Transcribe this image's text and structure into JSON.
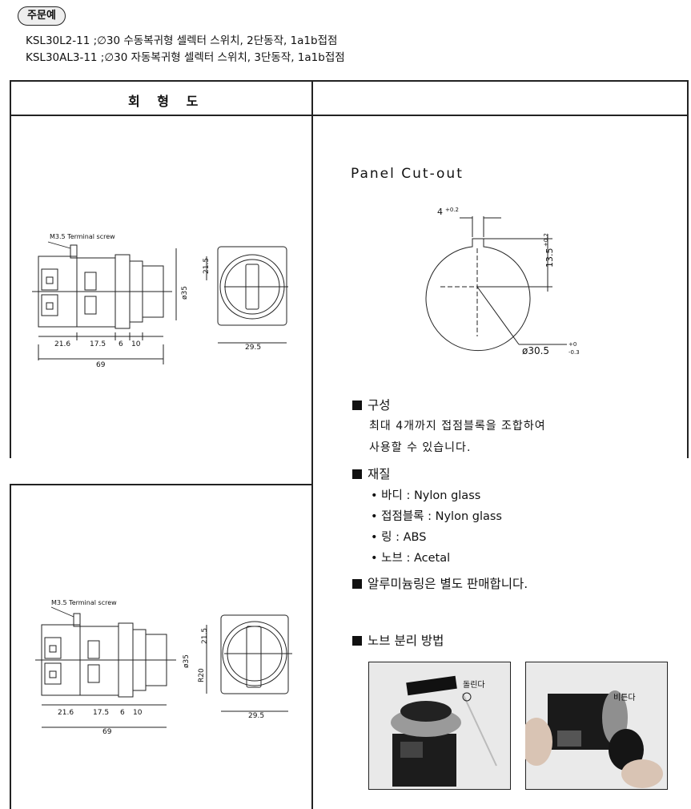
{
  "order": {
    "badge": "주문예",
    "line1": "KSL30L2-11 ;∅30 수동복귀형 셀렉터 스위치, 2단동작, 1a1b접점",
    "line2": "KSL30AL3-11 ;∅30 자동복귀형 셀렉터 스위치, 3단동작, 1a1b접점"
  },
  "table": {
    "header_left": "회 형 도",
    "header_right": ""
  },
  "drawing_top": {
    "terminal_label": "M3.5 Terminal screw",
    "dims_bottom": [
      "21.6",
      "17.5",
      "6",
      "10"
    ],
    "dim_total": "69",
    "dim_height_side": "21.5",
    "dim_diameter": "ø35",
    "dim_front_width": "29.5"
  },
  "drawing_bottom": {
    "terminal_label": "M3.5 Terminal screw",
    "dims_bottom": [
      "21.6",
      "17.5",
      "6",
      "10"
    ],
    "dim_total": "69",
    "dim_height_side": "21.5",
    "dim_radius": "R20",
    "dim_diameter": "ø35",
    "dim_front_width": "29.5"
  },
  "cutout": {
    "title": "Panel Cut-out",
    "slot_width": "4",
    "slot_tol": "+0.2",
    "slot_depth": "13.5",
    "slot_depth_tol": "+0.2",
    "diameter": "ø30.5",
    "diameter_tol_top": "+0",
    "diameter_tol_bottom": "-0.3"
  },
  "spec": {
    "construction_title": "구성",
    "construction_line1": "최대 4개까지 접점블록을 조합하여",
    "construction_line2": "사용할 수 있습니다.",
    "material_title": "재질",
    "materials": [
      "• 바디 : Nylon glass",
      "• 접점블록 : Nylon glass",
      "• 링 : ABS",
      "• 노브 : Acetal"
    ],
    "ring_note": "알루미늄링은 별도 판매합니다.",
    "knob_title": "노브 분리 방법"
  },
  "photos": {
    "left_caption": "돌린다",
    "right_caption": "비튼다"
  }
}
